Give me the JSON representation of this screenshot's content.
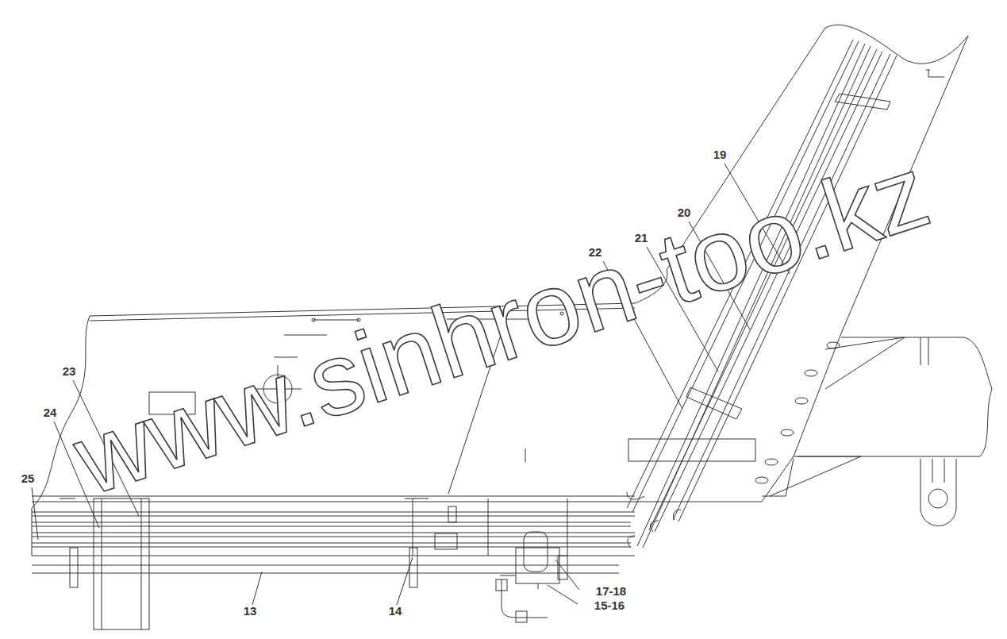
{
  "diagram": {
    "labels": [
      "19",
      "20",
      "21",
      "22",
      "23",
      "24",
      "25",
      "13",
      "14",
      "17-18",
      "15-16",
      "www.sinhron-too.kz"
    ]
  }
}
